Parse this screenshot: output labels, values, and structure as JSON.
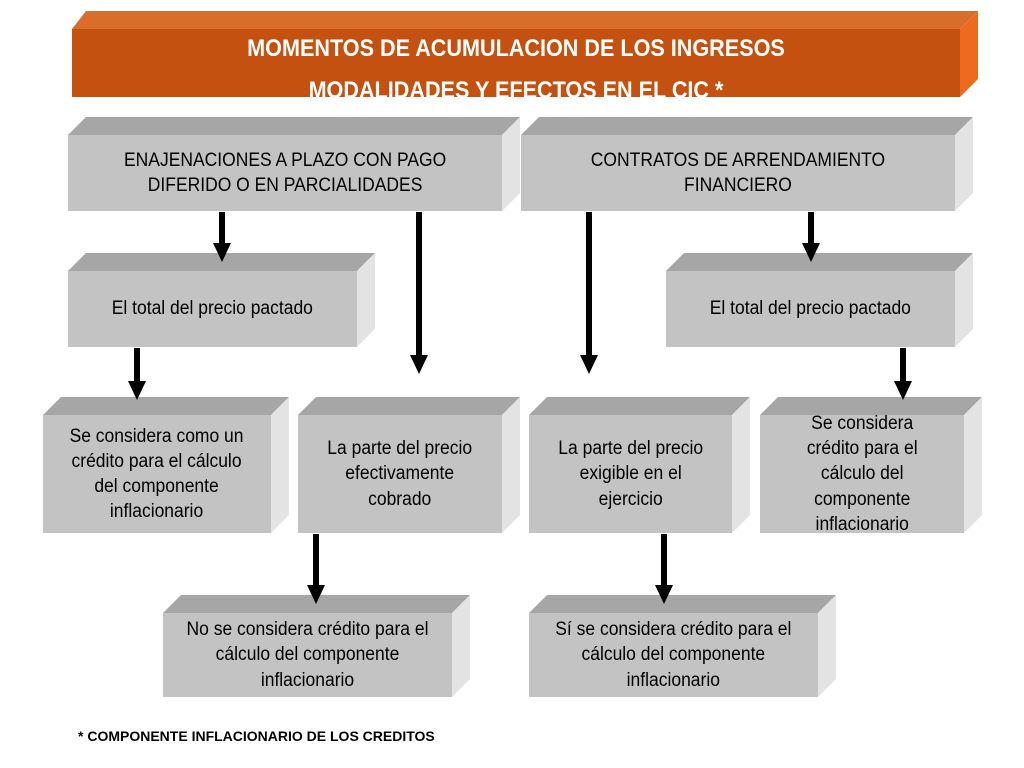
{
  "title": {
    "line1": "MOMENTOS DE ACUMULACION DE LOS INGRESOS",
    "line2": "MODALIDADES Y EFECTOS EN EL CIC *"
  },
  "boxes": {
    "enajenaciones": [
      "ENAJENACIONES A PLAZO CON PAGO",
      "DIFERIDO O EN PARCIALIDADES"
    ],
    "contratos": [
      "CONTRATOS DE ARRENDAMIENTO",
      "FINANCIERO"
    ],
    "total_left": [
      "El total del precio pactado"
    ],
    "total_right": [
      "El total del precio pactado"
    ],
    "credito_left": [
      "Se considera como un",
      "crédito para el cálculo",
      "del componente",
      "inflacionario"
    ],
    "cobrado": [
      "La parte del precio",
      "efectivamente",
      "cobrado"
    ],
    "exigible": [
      "La parte del precio",
      "exigible en el",
      "ejercicio"
    ],
    "credito_right": [
      "Se considera",
      "crédito para el",
      "cálculo del",
      "componente",
      "inflacionario"
    ],
    "no_credito": [
      "No se considera crédito para el",
      "cálculo del componente",
      "inflacionario"
    ],
    "si_credito": [
      "Sí se considera crédito para el",
      "cálculo del componente",
      "inflacionario"
    ]
  },
  "footnote": "*  COMPONENTE INFLACIONARIO DE LOS CREDITOS"
}
